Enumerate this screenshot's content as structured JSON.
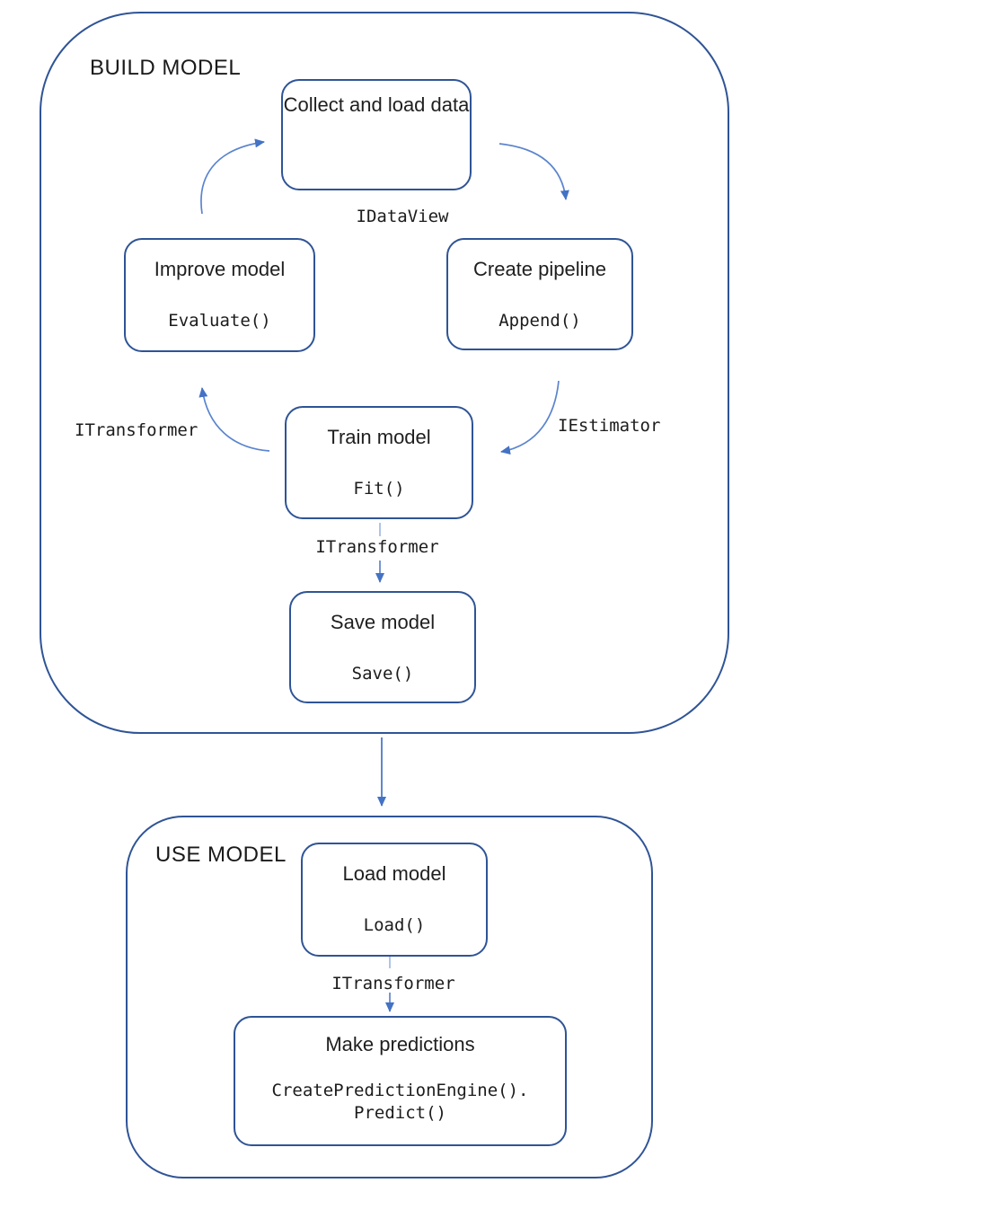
{
  "sections": {
    "build": {
      "label": "BUILD MODEL"
    },
    "use": {
      "label": "USE MODEL"
    }
  },
  "nodes": {
    "collect": {
      "title": "Collect and load data"
    },
    "improve": {
      "title": "Improve model",
      "code": "Evaluate()"
    },
    "create": {
      "title": "Create pipeline",
      "code": "Append()"
    },
    "train": {
      "title": "Train model",
      "code": "Fit()"
    },
    "save": {
      "title": "Save model",
      "code": "Save()"
    },
    "load": {
      "title": "Load model",
      "code": "Load()"
    },
    "predict": {
      "title": "Make predictions",
      "code": "CreatePredictionEngine().\nPredict()"
    }
  },
  "connector_labels": {
    "idataview": "IDataView",
    "iestimator": "IEstimator",
    "itransformer_feedback": "ITransformer",
    "itransformer_to_save": "ITransformer",
    "itransformer_to_predict": "ITransformer"
  },
  "colors": {
    "box_border": "#2f5496",
    "arrow_stroke": "#5b84ce",
    "arrow_head": "#4472c4",
    "stub_line": "#94b0e0",
    "text": "#1f1f1f"
  }
}
